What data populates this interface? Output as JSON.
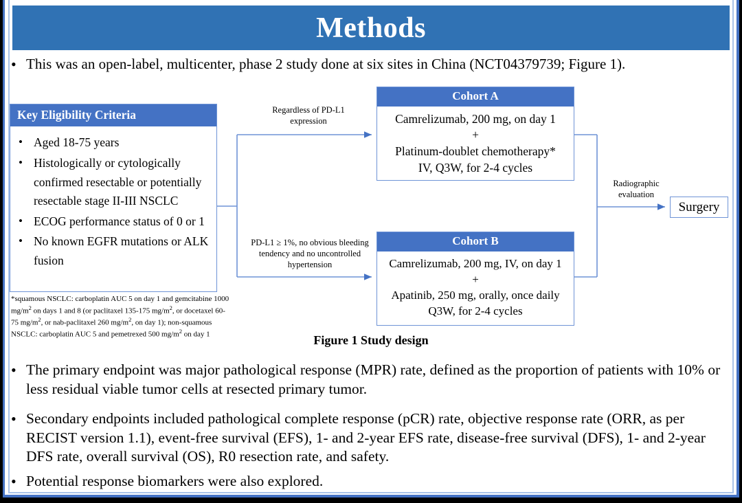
{
  "slide": {
    "title": "Methods",
    "title_bar_color": "#3072B4",
    "frame_color": "#4472C4",
    "accent_color": "#4472C4",
    "background": "#FFFFFF"
  },
  "intro_bullet": {
    "marker": "•",
    "text": "This was an open-label, multicenter, phase 2 study done at six sites in China (NCT04379739; Figure 1)."
  },
  "figure": {
    "caption": "Figure 1 Study design",
    "eligibility": {
      "header": "Key  Eligibility Criteria",
      "marker": "•",
      "items": [
        "Aged 18-75 years",
        "Histologically or cytologically confirmed resectable or potentially resectable stage II-III  NSCLC",
        "ECOG performance status of 0 or 1",
        "No known EGFR mutations or ALK fusion"
      ],
      "footnote_parts": {
        "p1": "*squamous NSCLC: carboplatin AUC 5 on day 1 and gemcitabine 1000 mg/m",
        "sup1": "2",
        "p2": " on days 1 and 8 (or paclitaxel 135-175 mg/m",
        "sup2": "2",
        "p3": ", or docetaxel 60-75 mg/m",
        "sup3": "2",
        "p4": ", or nab-paclitaxel 260 mg/m",
        "sup4": "2",
        "p5": ", on day 1); non-squamous NSCLC: carboplatin AUC 5 and pemetrexed 500 mg/m",
        "sup5": "2",
        "p6": " on day 1"
      }
    },
    "cohort_a": {
      "header": "Cohort A",
      "line1": "Camrelizumab, 200 mg, on day 1",
      "plus": "+",
      "line2": "Platinum-doublet chemotherapy*",
      "line3": "IV, Q3W, for 2-4 cycles"
    },
    "cohort_b": {
      "header": "Cohort B",
      "line1": "Camrelizumab, 200 mg, IV, on day 1",
      "plus": "+",
      "line2": "Apatinib, 250 mg, orally, once daily",
      "line3": "Q3W, for 2-4 cycles"
    },
    "connectors": {
      "to_cohort_a": "Regardless of PD-L1 expression",
      "to_cohort_b": "PD-L1 ≥ 1%, no obvious bleeding tendency and no uncontrolled hypertension",
      "to_surgery": "Radiographic evaluation"
    },
    "surgery": {
      "label": "Surgery"
    }
  },
  "bullets": [
    {
      "marker": "•",
      "text": "The primary endpoint was major pathological response (MPR) rate, defined as the proportion of patients with 10% or less residual viable tumor cells at resected primary tumor."
    },
    {
      "marker": "•",
      "text": "Secondary endpoints included pathological complete response (pCR) rate, objective response rate (ORR, as per RECIST version 1.1), event-free survival (EFS), 1- and 2-year EFS rate, disease-free survival (DFS), 1- and 2-year DFS rate, overall survival (OS), R0 resection rate, and safety."
    },
    {
      "marker": "•",
      "text": "Potential response biomarkers were also explored."
    }
  ]
}
